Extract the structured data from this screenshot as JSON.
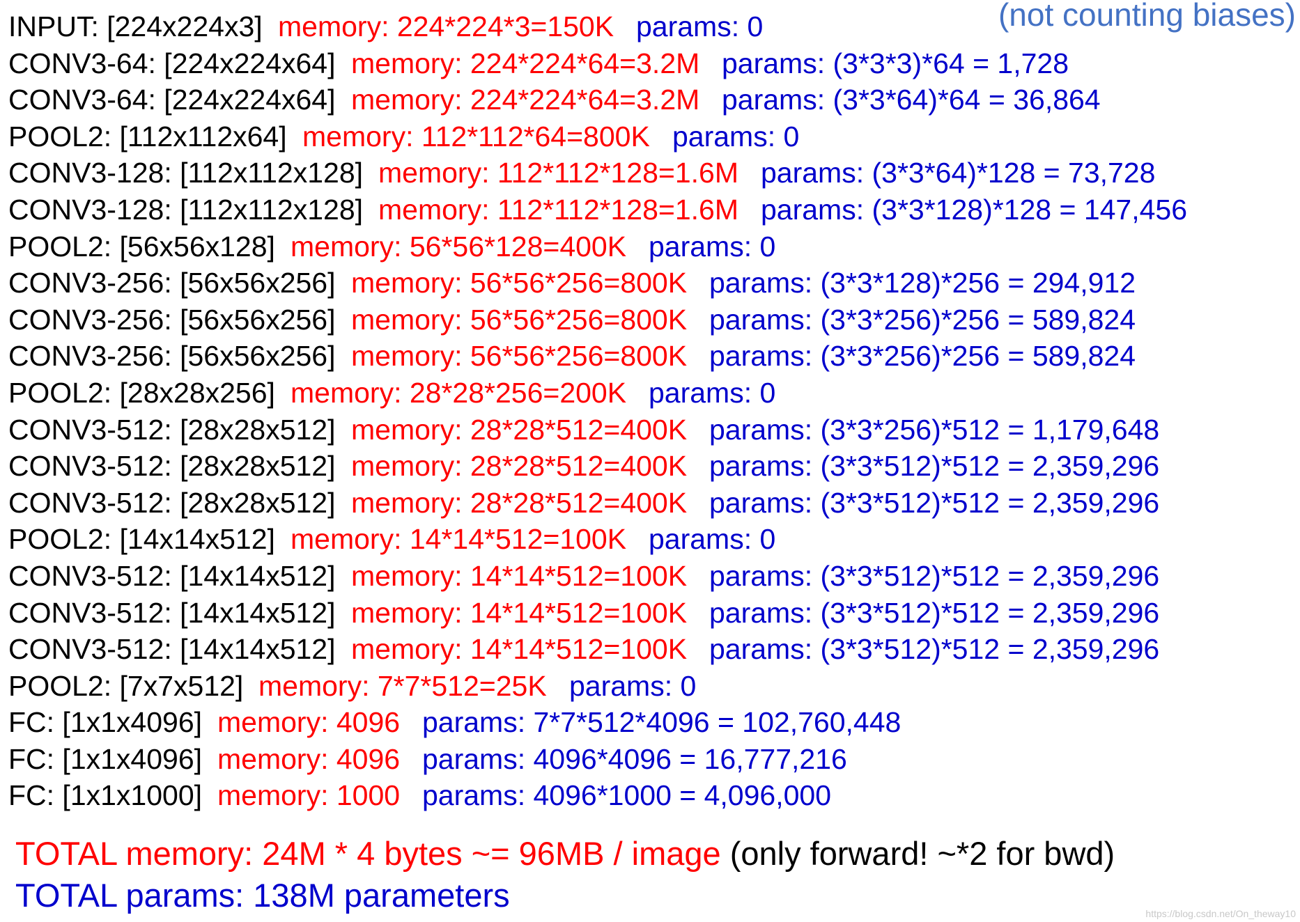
{
  "note": "(not counting biases)",
  "colors": {
    "layer": "#000000",
    "memory": "#ff0000",
    "params": "#0000cc",
    "note": "#4472c4"
  },
  "rows": [
    {
      "layer": "INPUT: [224x224x3]",
      "memory": "memory:  224*224*3=150K",
      "params": "params: 0"
    },
    {
      "layer": "CONV3-64: [224x224x64]",
      "memory": "memory:  224*224*64=3.2M",
      "params": "params: (3*3*3)*64 = 1,728"
    },
    {
      "layer": "CONV3-64: [224x224x64]",
      "memory": "memory:  224*224*64=3.2M",
      "params": "params: (3*3*64)*64 = 36,864"
    },
    {
      "layer": "POOL2: [112x112x64]",
      "memory": "memory:  112*112*64=800K",
      "params": "params: 0"
    },
    {
      "layer": "CONV3-128: [112x112x128]",
      "memory": "memory:  112*112*128=1.6M",
      "params": "params: (3*3*64)*128 = 73,728"
    },
    {
      "layer": "CONV3-128: [112x112x128]",
      "memory": "memory:  112*112*128=1.6M",
      "params": "params: (3*3*128)*128 = 147,456"
    },
    {
      "layer": "POOL2: [56x56x128]",
      "memory": "memory:  56*56*128=400K",
      "params": "params: 0"
    },
    {
      "layer": "CONV3-256: [56x56x256]",
      "memory": "memory:  56*56*256=800K",
      "params": "params: (3*3*128)*256 = 294,912"
    },
    {
      "layer": "CONV3-256: [56x56x256]",
      "memory": "memory:  56*56*256=800K",
      "params": "params: (3*3*256)*256 = 589,824"
    },
    {
      "layer": "CONV3-256: [56x56x256]",
      "memory": "memory:  56*56*256=800K",
      "params": "params: (3*3*256)*256 = 589,824"
    },
    {
      "layer": "POOL2: [28x28x256]",
      "memory": "memory:  28*28*256=200K",
      "params": "params: 0"
    },
    {
      "layer": "CONV3-512: [28x28x512]",
      "memory": "memory:  28*28*512=400K",
      "params": "params: (3*3*256)*512 = 1,179,648"
    },
    {
      "layer": "CONV3-512: [28x28x512]",
      "memory": "memory:  28*28*512=400K",
      "params": "params: (3*3*512)*512 = 2,359,296"
    },
    {
      "layer": "CONV3-512: [28x28x512]",
      "memory": "memory:  28*28*512=400K",
      "params": "params: (3*3*512)*512 = 2,359,296"
    },
    {
      "layer": "POOL2: [14x14x512]",
      "memory": "memory:  14*14*512=100K",
      "params": "params: 0"
    },
    {
      "layer": "CONV3-512: [14x14x512]",
      "memory": "memory:  14*14*512=100K",
      "params": "params: (3*3*512)*512 = 2,359,296"
    },
    {
      "layer": "CONV3-512: [14x14x512]",
      "memory": "memory:  14*14*512=100K",
      "params": "params: (3*3*512)*512 = 2,359,296"
    },
    {
      "layer": "CONV3-512: [14x14x512]",
      "memory": "memory:  14*14*512=100K",
      "params": "params: (3*3*512)*512 = 2,359,296"
    },
    {
      "layer": "POOL2: [7x7x512]",
      "memory": "memory:  7*7*512=25K",
      "params": "params: 0"
    },
    {
      "layer": "FC: [1x1x4096]",
      "memory": "memory:  4096",
      "params": "params: 7*7*512*4096 = 102,760,448"
    },
    {
      "layer": "FC: [1x1x4096]",
      "memory": "memory:  4096",
      "params": "params: 4096*4096 = 16,777,216"
    },
    {
      "layer": "FC: [1x1x1000]",
      "memory": "memory:  1000",
      "params": "params: 4096*1000 = 4,096,000"
    }
  ],
  "totals": {
    "memory": "TOTAL memory: 24M * 4 bytes ~= 96MB / image",
    "memory_note": "(only forward! ~*2 for bwd)",
    "params": "TOTAL params: 138M parameters"
  },
  "watermark": "https://blog.csdn.net/On_theway10"
}
